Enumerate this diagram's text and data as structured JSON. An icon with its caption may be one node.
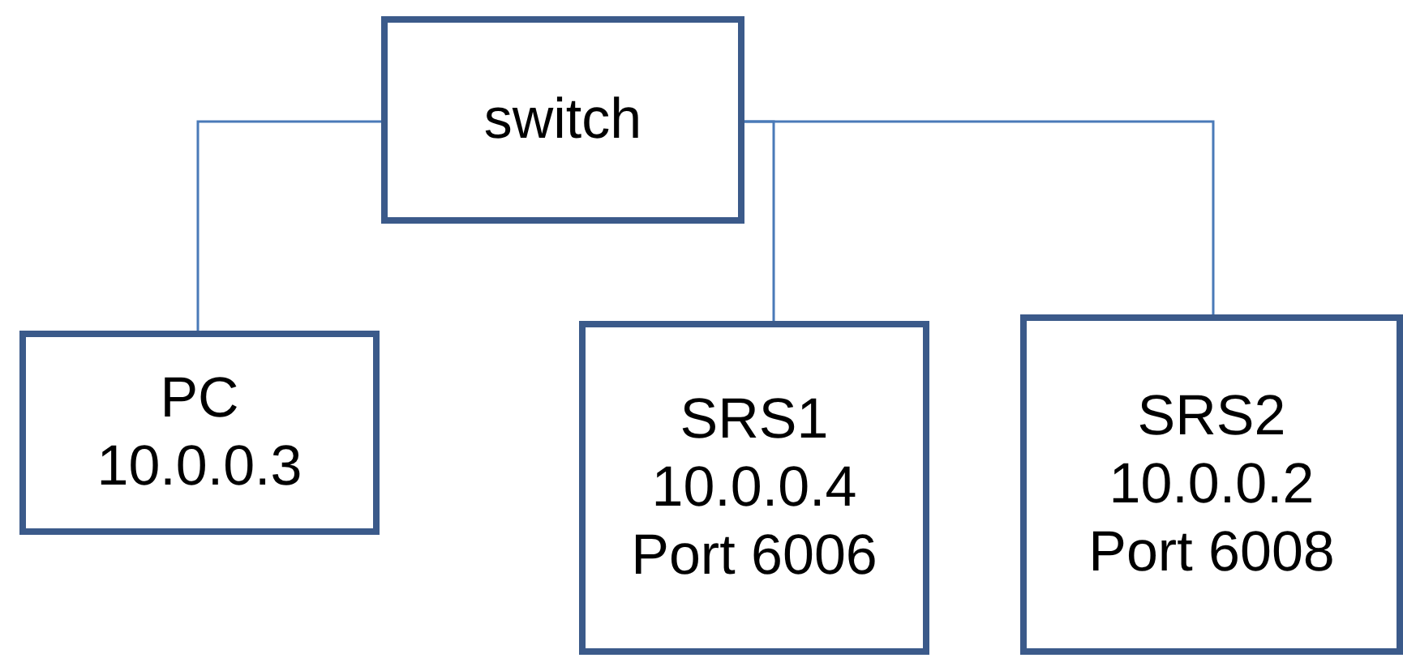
{
  "diagram": {
    "nodes": [
      {
        "text": [
          "switch"
        ]
      },
      {
        "text": [
          "PC",
          "10.0.0.3"
        ]
      },
      {
        "text": [
          "SRS1",
          "10.0.0.4",
          "Port 6006"
        ]
      },
      {
        "text": [
          "SRS2",
          "10.0.0.2",
          "Port 6008"
        ]
      }
    ],
    "edges": [
      {
        "from": 0,
        "to": 1,
        "arrow": "none"
      },
      {
        "from": 0,
        "to": 2,
        "arrow": "none"
      },
      {
        "from": 0,
        "to": 3,
        "arrow": "none"
      }
    ]
  }
}
